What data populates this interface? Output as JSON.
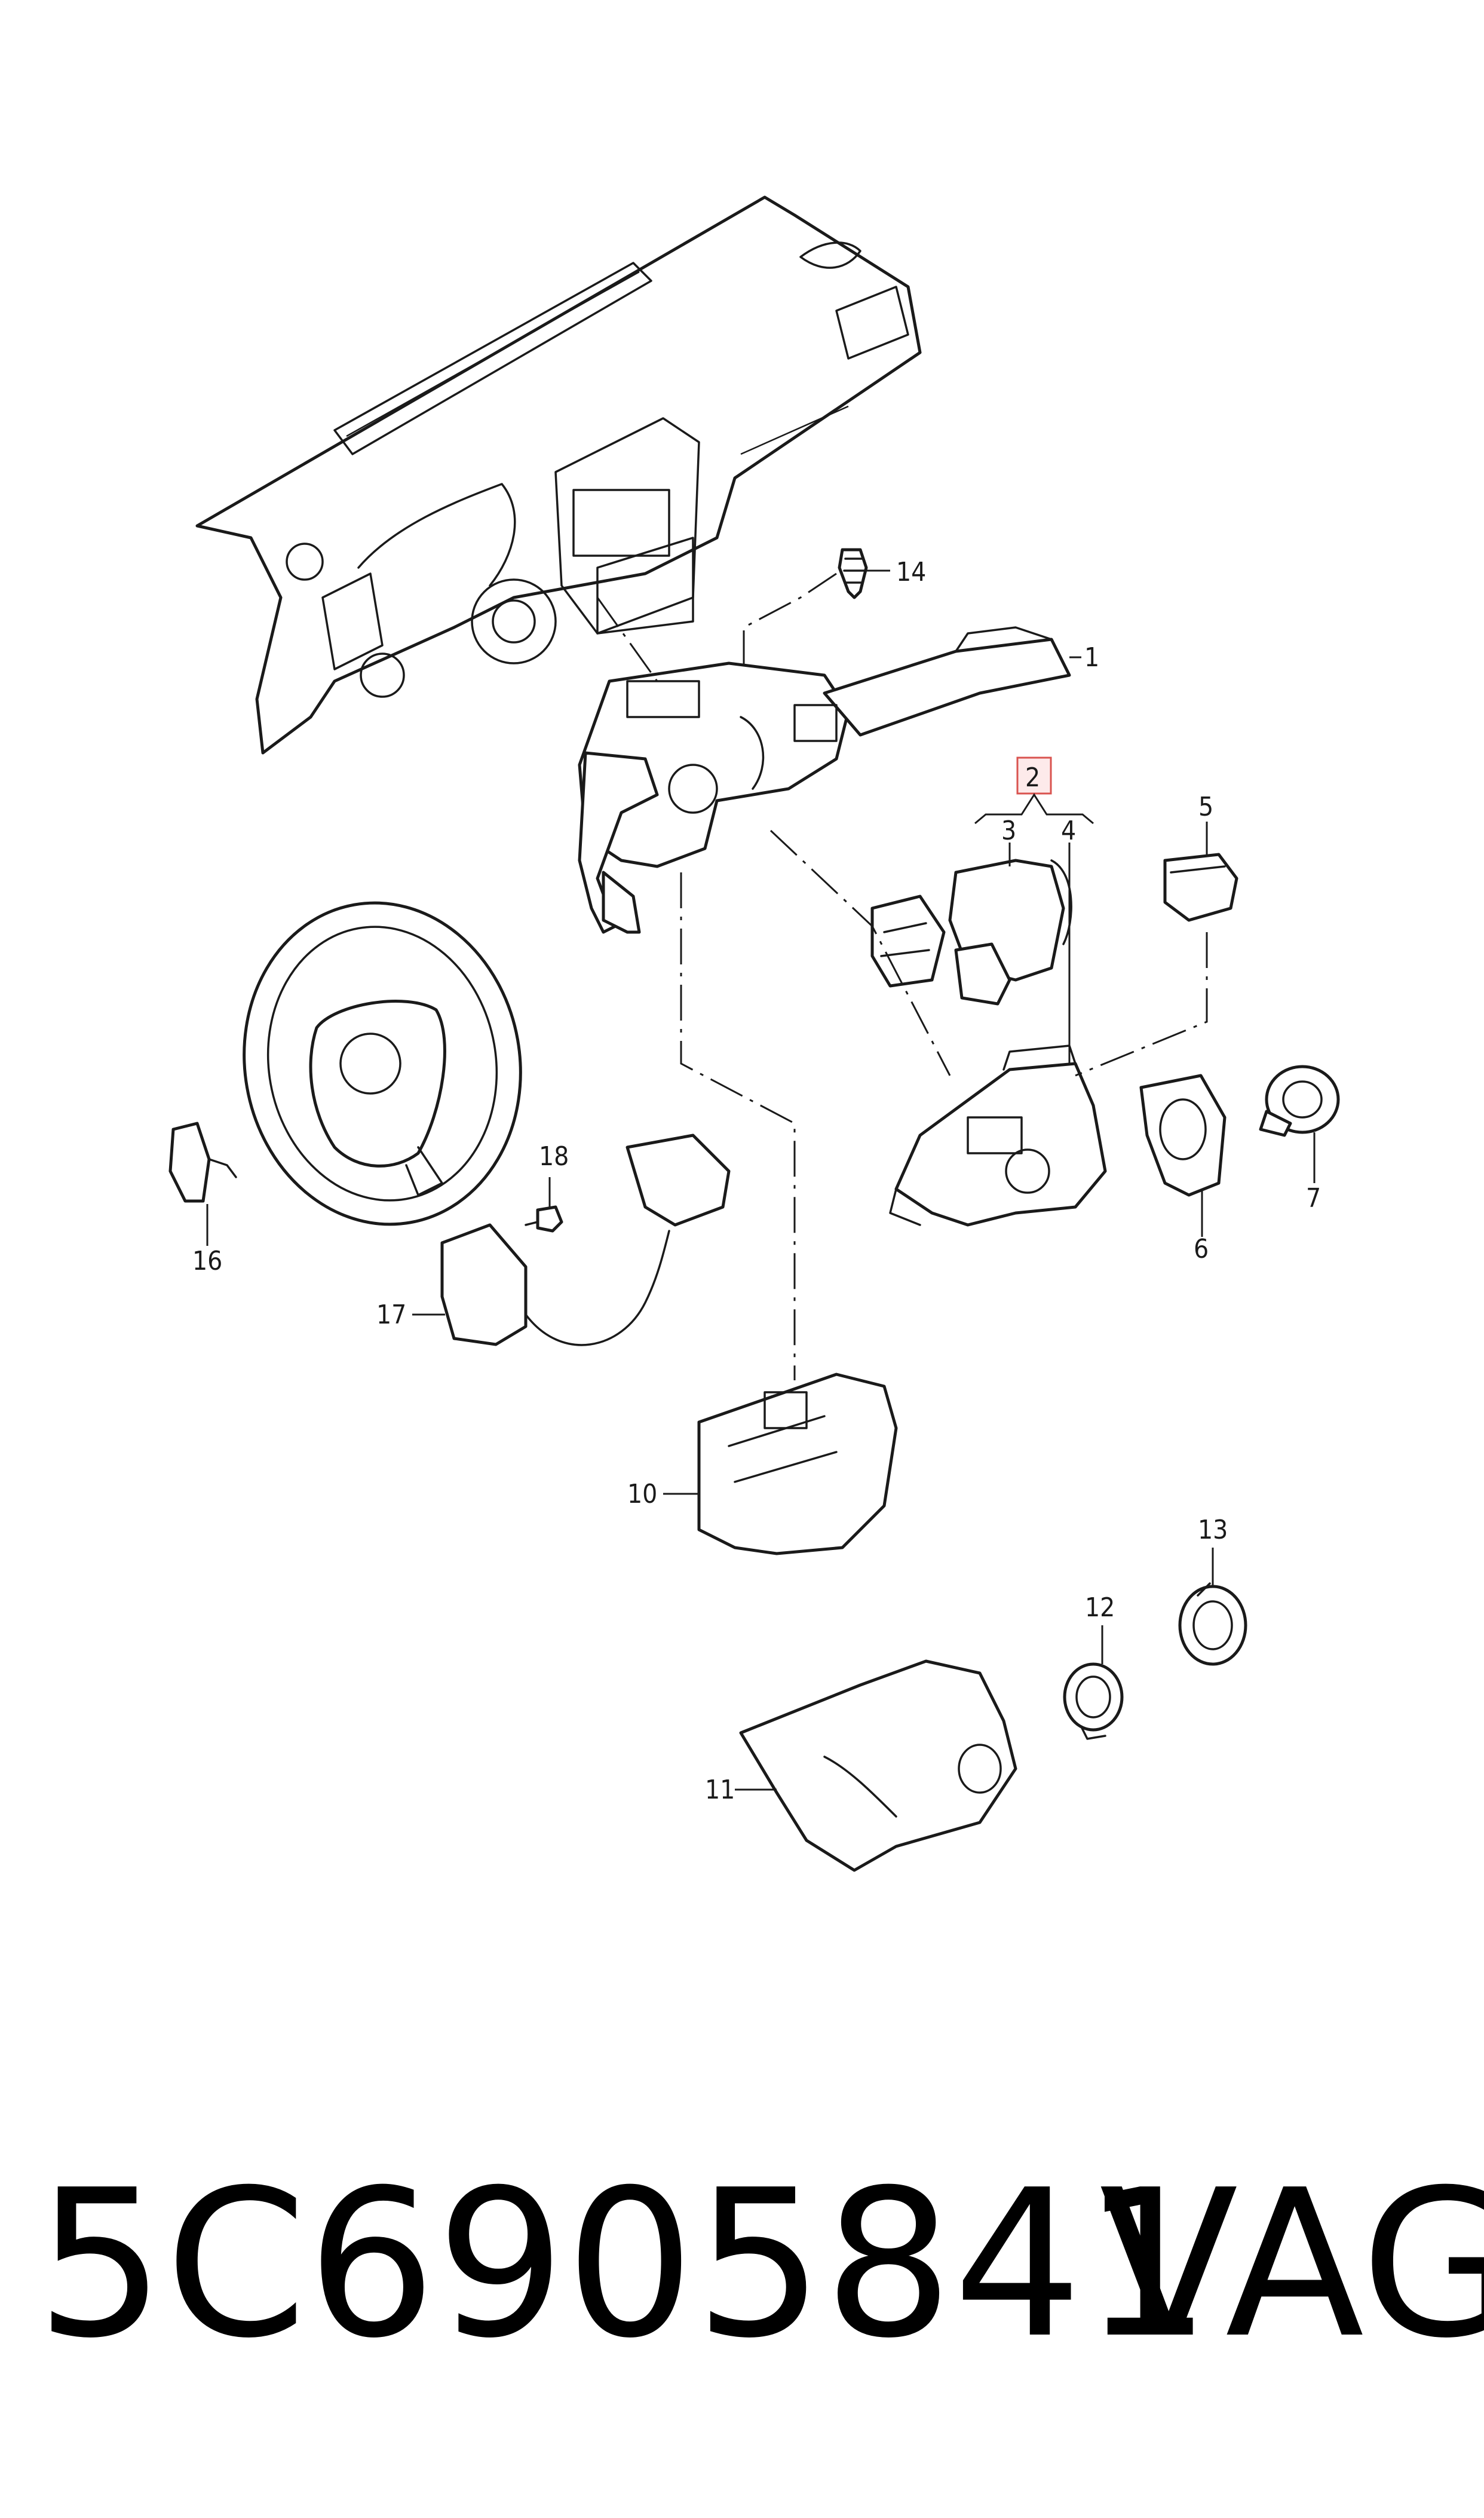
{
  "callouts": {
    "c1": "1",
    "c2": "2",
    "c3": "3",
    "c4": "4",
    "c5": "5",
    "c6": "6",
    "c7": "7",
    "c10": "10",
    "c11": "11",
    "c12": "12",
    "c13": "13",
    "c14": "14",
    "c16": "16",
    "c17": "17",
    "c18": "18"
  },
  "highlighted_callout": "2",
  "colors": {
    "line": "#1a1a1a",
    "highlight_box": "#d9534f",
    "highlight_fill": "#fdeaea",
    "background": "#ffffff"
  },
  "caption": {
    "part_number": "5C6905841",
    "brand": "VAG"
  }
}
